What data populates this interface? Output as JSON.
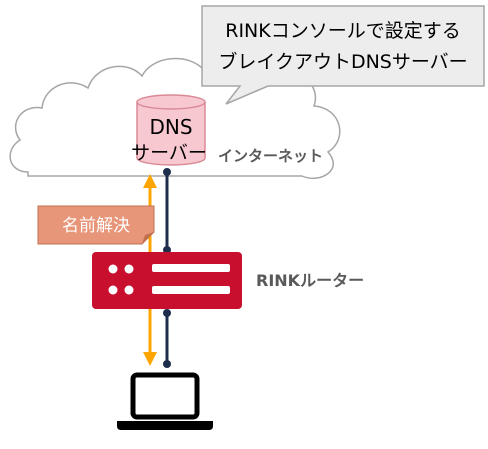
{
  "callout": {
    "line1": "RINKコンソールで設定する",
    "line2": "ブレイクアウトDNSサーバー"
  },
  "dns_server": {
    "line1": "DNS",
    "line2": "サーバー"
  },
  "internet_label": "インターネット",
  "name_resolution_label": "名前解決",
  "router_label": "RINKルーター",
  "colors": {
    "callout_fill": "#EDEDED",
    "callout_border": "#A6A6A6",
    "cloud_stroke": "#A6A6A6",
    "dns_fill": "#F8C8D0",
    "dns_stroke": "#D98A96",
    "router_fill": "#C8102E",
    "link_line": "#1F2D4D",
    "arrow": "#FFA500",
    "note_fill": "#E8967A",
    "note_stroke": "#C0704F",
    "laptop": "#000000",
    "label_text": "#595959"
  },
  "icons": {
    "router": "router-icon",
    "laptop": "laptop-icon",
    "cloud": "cloud-icon",
    "database": "database-icon"
  }
}
